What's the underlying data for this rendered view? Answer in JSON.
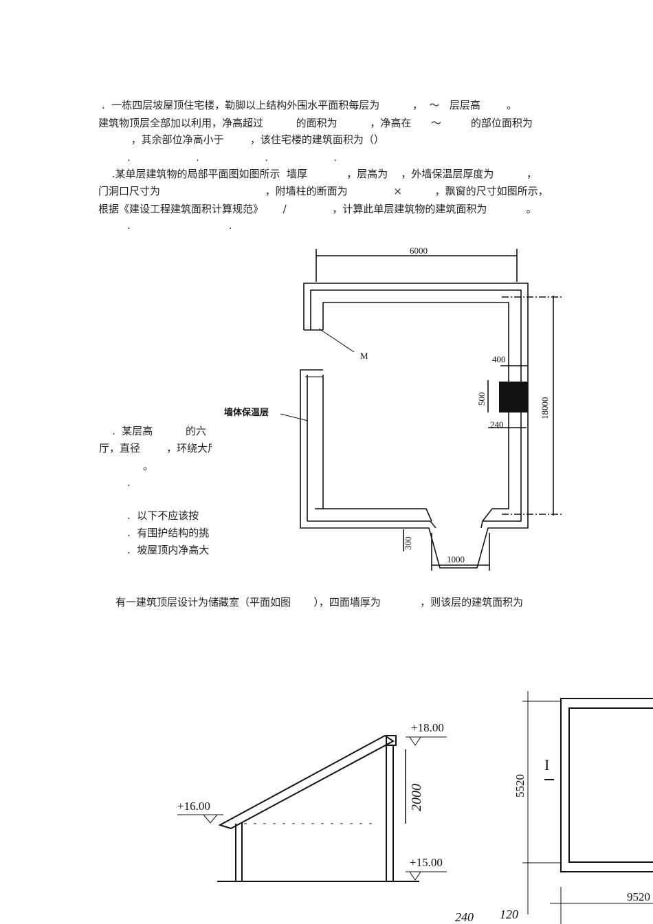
{
  "q1": {
    "line1": ".  一栋四层坡屋顶住宅楼，勒脚以上结构外围水平面积每层为          ，  ～   层层高        。",
    "line2": "建筑物顶层全部加以利用，净高超过          的面积为          ，净高在      ～         的部位面积为",
    "line3": "          ，其余部位净高小于        ，该住宅楼的建筑面积为（）",
    "options": ".                    .                    .                    ."
  },
  "q2": {
    "line1": " .某单层建筑物的局部平面图如图所示  墙厚            ，层高为    ，外墙保温层厚度为          ，",
    "line2": "门洞口尺寸为                                ，附墙柱的断面为              ×          ，飘窗的尺寸如图所示，",
    "line3": "根据《建设工程建筑面积计算规范》      /              ，计算此单层建筑物的建筑面积为            。",
    "options": ".                              ."
  },
  "q3": {
    "line1": ".  某层高          的六",
    "line2": "厅，直径        ，环绕大厅",
    "line3": "。",
    "options": ".                              ."
  },
  "q4": {
    "line1": ".  以下不应该按",
    "opt1": ".  有围护结构的挑",
    "opt2": ".  坡屋顶内净高大"
  },
  "q5": {
    "line1": "有一建筑顶层设计为储藏室（平面如图       ），四面墙厚为            ，则该层的建筑面积为"
  },
  "plan_figure": {
    "dim_top": "6000",
    "door_label": "M",
    "insulation_label": "墙体保温层",
    "pillar_width": "400",
    "pillar_depth": "500",
    "dim_right": "18000",
    "wall_thickness": "240",
    "bay_depth": "300",
    "bay_width": "1000"
  },
  "section_figure": {
    "elev_top": "+18.00",
    "elev_eave": "+16.00",
    "height_dim": "2000",
    "elev_floor": "+15.00"
  },
  "storage_figure": {
    "dim_vertical": "5520",
    "section_mark": "I",
    "dim_horizontal": "9520",
    "wall_a": "240",
    "wall_b": "120"
  }
}
